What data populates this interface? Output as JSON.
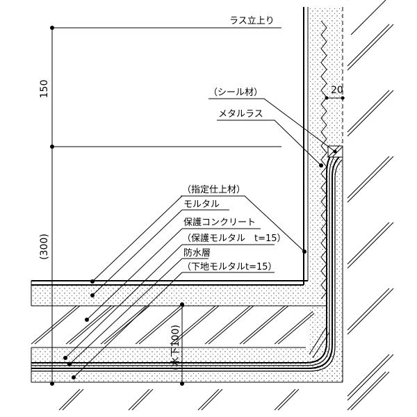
{
  "labels": {
    "lath_rise": "ラス立上り",
    "sealant": "（シール材）",
    "metal_lath": "メタルラス",
    "finish": "（指定仕上材）",
    "mortar": "モルタル",
    "protective_concrete": "保護コンクリート",
    "protective_mortar": "（保護モルタル　t=15）",
    "waterproof_layer": "防水層",
    "base_mortar": "（下地モルタルt=15）"
  },
  "dimensions": {
    "rise_height": "150",
    "total_height": "(300)",
    "gap": "20",
    "below_water": "(水下100)"
  }
}
